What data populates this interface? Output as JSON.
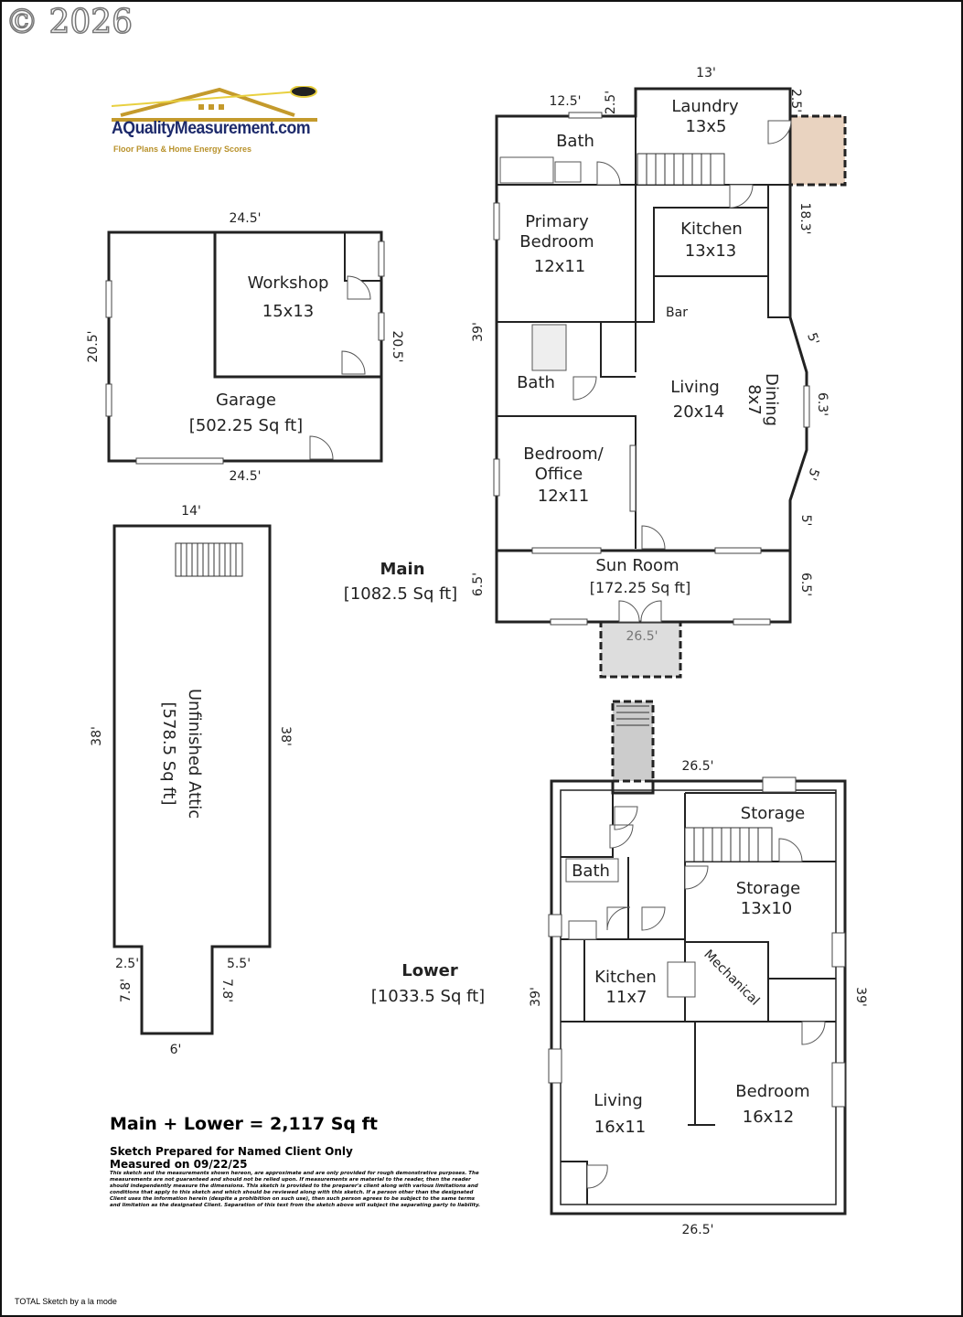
{
  "copyright": "© 2026",
  "logo": {
    "name": "AQualityMeasurement.com",
    "tagline": "Floor Plans & Home Energy Scores"
  },
  "garage": {
    "workshop": "Workshop",
    "workshop_size": "15x13",
    "label": "Garage",
    "area": "[502.25 Sq ft]",
    "dims": {
      "top": "24.5'",
      "bottom": "24.5'",
      "left": "20.5'",
      "right": "20.5'"
    }
  },
  "attic": {
    "label": "Unfinished Attic",
    "area": "[578.5 Sq ft]",
    "dims": {
      "top": "14'",
      "left": "38'",
      "right": "38'",
      "step_left": "2.5'",
      "step_right": "5.5'",
      "low_left": "7.8'",
      "low_right": "7.8'",
      "bottom": "6'"
    }
  },
  "main": {
    "label": "Main",
    "area": "[1082.5 Sq ft]",
    "rooms": {
      "laundry": "Laundry",
      "laundry_size": "13x5",
      "bath1": "Bath",
      "primary1": "Primary",
      "primary2": "Bedroom",
      "primary_size": "12x11",
      "kitchen": "Kitchen",
      "kitchen_size": "13x13",
      "bar": "Bar",
      "bath2": "Bath",
      "living": "Living",
      "living_size": "20x14",
      "dining": "Dining",
      "dining_size": "8x7",
      "office1": "Bedroom/",
      "office2": "Office",
      "office_size": "12x11",
      "sunroom": "Sun Room",
      "sunroom_area": "[172.25 Sq ft]"
    },
    "dims": {
      "top_laundry": "13'",
      "top_bath": "12.5'",
      "step": "2.5'",
      "step_right": "2.5'",
      "right_upper": "18.3'",
      "left": "39'",
      "bay1": "5'",
      "bay2": "6.3'",
      "bay3": "5'",
      "right_lower": "5'",
      "sun_left": "6.5'",
      "sun_right": "6.5'",
      "porch": "26.5'"
    }
  },
  "lower": {
    "label": "Lower",
    "area": "[1033.5 Sq ft]",
    "rooms": {
      "storage1": "Storage",
      "bath": "Bath",
      "storage2": "Storage",
      "storage2_size": "13x10",
      "mechanical": "Mechanical",
      "kitchen": "Kitchen",
      "kitchen_size": "11x7",
      "living": "Living",
      "living_size": "16x11",
      "bedroom": "Bedroom",
      "bedroom_size": "16x12"
    },
    "dims": {
      "top": "26.5'",
      "bottom": "26.5'",
      "left": "39'",
      "right": "39'"
    }
  },
  "total": "Main + Lower = 2,117 Sq ft",
  "prepared": "Sketch Prepared for Named Client Only",
  "measured": "Measured on 09/22/25",
  "disclaimer": "This sketch and the measurements shown hereon, are approximate and are only provided for rough demonstrative purposes. The measurements are not guaranteed and should not be relied upon. If measurements are material to the reader, then the reader should independently measure the dimensions. This sketch is provided to the preparer's client along with various limitations and conditions that apply to this sketch and which should be reviewed along with this sketch. If a person other than the designated Client uses the information herein (despite a prohibition on such use), then such person agrees to be subject to the same terms and limitation as the designated Client. Separation of this text from the sketch above will subject the separating party to liability.",
  "credit": "TOTAL Sketch by a la mode",
  "colors": {
    "main": "#f8f6ad",
    "garage": "#b8f0a6",
    "attic": "#fbfde6",
    "lower": "#f7d4c4",
    "sunroom": "#fbfbe0"
  }
}
